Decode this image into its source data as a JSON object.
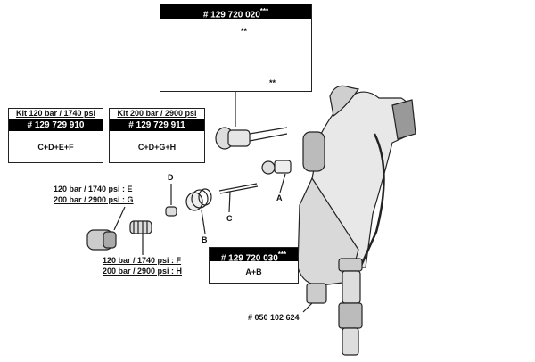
{
  "top_kit": {
    "number": "# 129 720 020",
    "stars": "***",
    "marker_a": "**",
    "marker_b": "**"
  },
  "kit_120": {
    "title": "Kit 120 bar / 1740 psi",
    "number": "# 129 729 910",
    "parts": "C+D+E+F"
  },
  "kit_200": {
    "title": "Kit 200 bar / 2900 psi",
    "number": "# 129 729 911",
    "parts": "C+D+G+H"
  },
  "kit_ab": {
    "number": "# 129 720 030",
    "stars": "***",
    "parts": "A+B"
  },
  "nozzle_labels": {
    "e": "120 bar / 1740 psi : E",
    "g": "200 bar / 2900 psi : G"
  },
  "spring_labels": {
    "f": "120 bar / 1740 psi : F",
    "h": "200 bar / 2900 psi : H"
  },
  "part_letters": {
    "a": "A",
    "b": "B",
    "c": "C",
    "d": "D"
  },
  "fitting_number": "# 050 102 624"
}
